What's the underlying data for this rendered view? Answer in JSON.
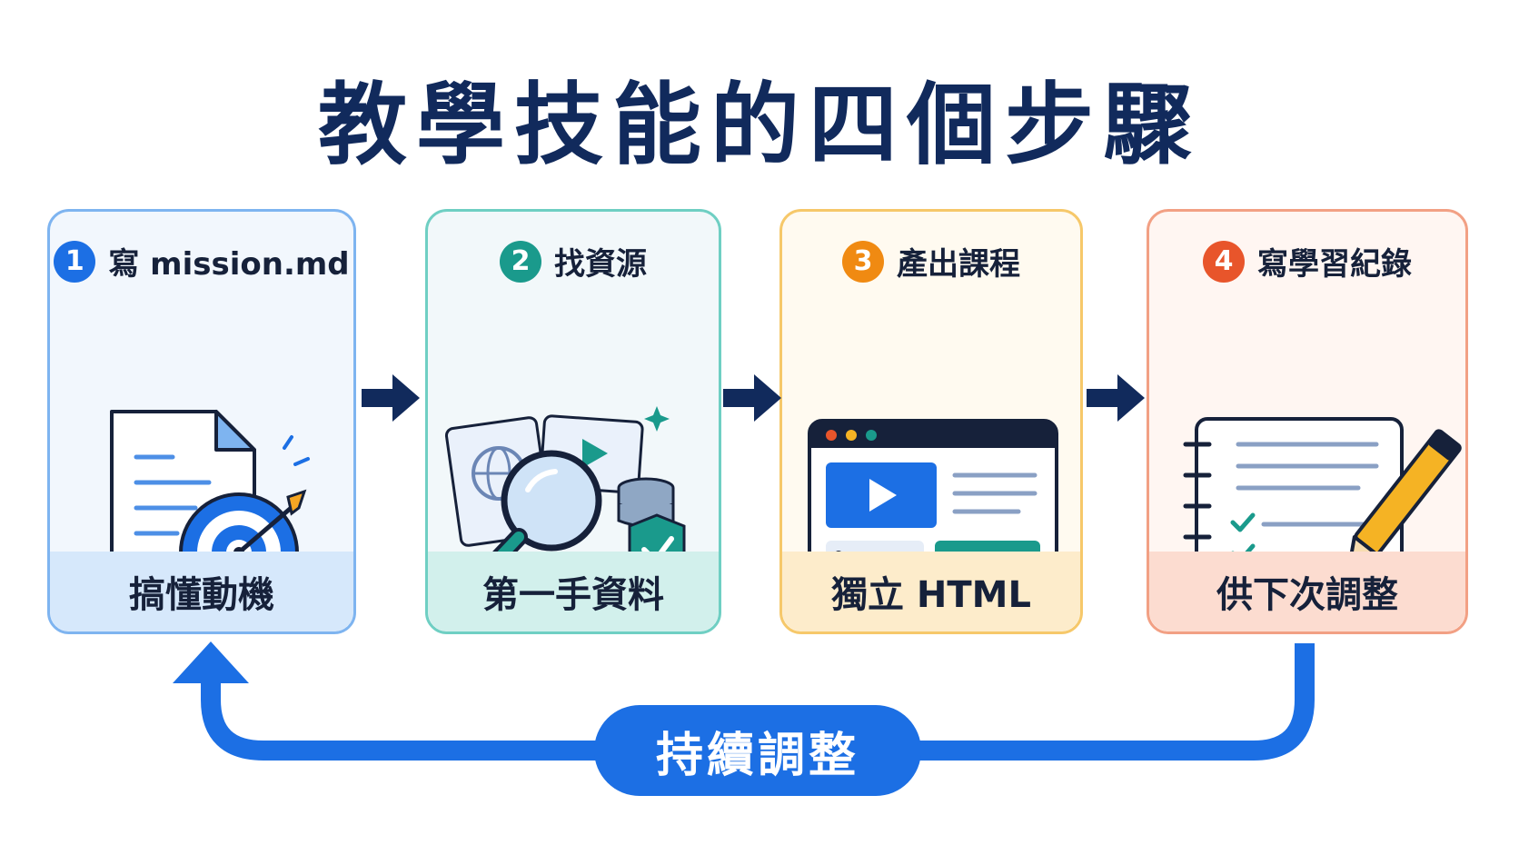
{
  "title": "教學技能的四個步驟",
  "steps": [
    {
      "number": "1",
      "title": "寫 mission.md",
      "caption": "搞懂動機",
      "color": "#1c6fe4",
      "bg": "#f2f7fd",
      "foot": "#d6e8fb",
      "border": "#7eb4f0"
    },
    {
      "number": "2",
      "title": "找資源",
      "caption": "第一手資料",
      "color": "#1a9a8c",
      "bg": "#f2f8fa",
      "foot": "#d2f0ec",
      "border": "#6fcfc3"
    },
    {
      "number": "3",
      "title": "產出課程",
      "caption": "獨立 HTML",
      "color": "#f08a12",
      "bg": "#fffaf0",
      "foot": "#fdeccb",
      "border": "#f6c86a"
    },
    {
      "number": "4",
      "title": "寫學習紀錄",
      "caption": "供下次調整",
      "color": "#e8552b",
      "bg": "#fff6f2",
      "foot": "#fcdcd0",
      "border": "#f2a084"
    }
  ],
  "loop": {
    "label": "持續調整",
    "color": "#1c6fe4"
  },
  "icons": [
    "document-target-icon",
    "search-resources-icon",
    "browser-video-code-icon",
    "notebook-pencil-icon"
  ]
}
